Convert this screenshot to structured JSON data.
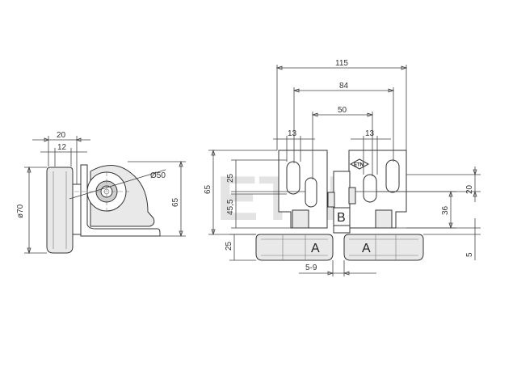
{
  "watermark": "ETN",
  "logo_text": "ETN",
  "side_view": {
    "dims": {
      "width_20": "20",
      "width_12": "12",
      "dia_70": "ø70",
      "dia_50": "Ø50",
      "height_65": "65"
    }
  },
  "front_view": {
    "dims": {
      "w_115": "115",
      "w_84": "84",
      "w_50": "50",
      "w_13_left": "13",
      "w_13_right": "13",
      "h_65": "65",
      "h_25_top": "25",
      "h_45_5": "45,5",
      "h_25_bottom": "25",
      "h_20": "20",
      "h_36": "36",
      "h_5": "5",
      "gap_5_9": "5-9"
    },
    "labels": {
      "wheel_left": "A",
      "wheel_right": "A",
      "center_plate": "B"
    }
  }
}
